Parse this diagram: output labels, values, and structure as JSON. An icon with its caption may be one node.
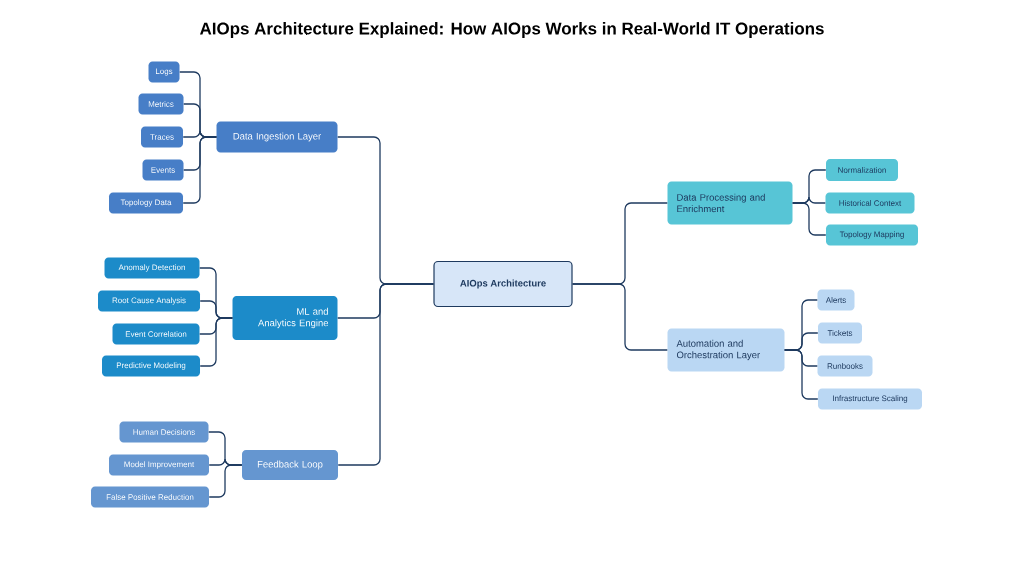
{
  "diagram": {
    "title": "AIOps Architecture Explained: How AIOps Works in Real-World IT Operations",
    "nodes": [
      {
        "text": [
          "AIOps Architecture"
        ]
      },
      {
        "text": [
          "Data Ingestion Layer"
        ]
      },
      {
        "text": [
          "Logs"
        ]
      },
      {
        "text": [
          "Metrics"
        ]
      },
      {
        "text": [
          "Traces"
        ]
      },
      {
        "text": [
          "Events"
        ]
      },
      {
        "text": [
          "Topology Data"
        ]
      },
      {
        "text": [
          "ML and Analytics Engine"
        ]
      },
      {
        "text": [
          "Anomaly Detection"
        ]
      },
      {
        "text": [
          "Root Cause Analysis"
        ]
      },
      {
        "text": [
          "Event Correlation"
        ]
      },
      {
        "text": [
          "Predictive Modeling"
        ]
      },
      {
        "text": [
          "Feedback Loop"
        ]
      },
      {
        "text": [
          "Human Decisions"
        ]
      },
      {
        "text": [
          "Model Improvement"
        ]
      },
      {
        "text": [
          "False Positive Reduction"
        ]
      },
      {
        "text": [
          "Data Processing and Enrichment"
        ]
      },
      {
        "text": [
          "Normalization"
        ]
      },
      {
        "text": [
          "Historical Context"
        ]
      },
      {
        "text": [
          "Topology Mapping"
        ]
      },
      {
        "text": [
          "Automation and Orchestration Layer"
        ]
      },
      {
        "text": [
          "Alerts"
        ]
      },
      {
        "text": [
          "Tickets"
        ]
      },
      {
        "text": [
          "Runbooks"
        ]
      },
      {
        "text": [
          "Infrastructure Scaling"
        ]
      }
    ],
    "edges": [
      {
        "from": 0,
        "to": 1,
        "arrow": "none"
      },
      {
        "from": 0,
        "to": 7,
        "arrow": "none"
      },
      {
        "from": 0,
        "to": 12,
        "arrow": "none"
      },
      {
        "from": 0,
        "to": 16,
        "arrow": "none"
      },
      {
        "from": 0,
        "to": 20,
        "arrow": "none"
      },
      {
        "from": 1,
        "to": 2,
        "arrow": "none"
      },
      {
        "from": 1,
        "to": 3,
        "arrow": "none"
      },
      {
        "from": 1,
        "to": 4,
        "arrow": "none"
      },
      {
        "from": 1,
        "to": 5,
        "arrow": "none"
      },
      {
        "from": 1,
        "to": 6,
        "arrow": "none"
      },
      {
        "from": 7,
        "to": 8,
        "arrow": "none"
      },
      {
        "from": 7,
        "to": 9,
        "arrow": "none"
      },
      {
        "from": 7,
        "to": 10,
        "arrow": "none"
      },
      {
        "from": 7,
        "to": 11,
        "arrow": "none"
      },
      {
        "from": 12,
        "to": 13,
        "arrow": "none"
      },
      {
        "from": 12,
        "to": 14,
        "arrow": "none"
      },
      {
        "from": 12,
        "to": 15,
        "arrow": "none"
      },
      {
        "from": 16,
        "to": 17,
        "arrow": "none"
      },
      {
        "from": 16,
        "to": 18,
        "arrow": "none"
      },
      {
        "from": 16,
        "to": 19,
        "arrow": "none"
      },
      {
        "from": 20,
        "to": 21,
        "arrow": "none"
      },
      {
        "from": 20,
        "to": 22,
        "arrow": "none"
      },
      {
        "from": 20,
        "to": 23,
        "arrow": "none"
      },
      {
        "from": 20,
        "to": 24,
        "arrow": "none"
      }
    ]
  }
}
